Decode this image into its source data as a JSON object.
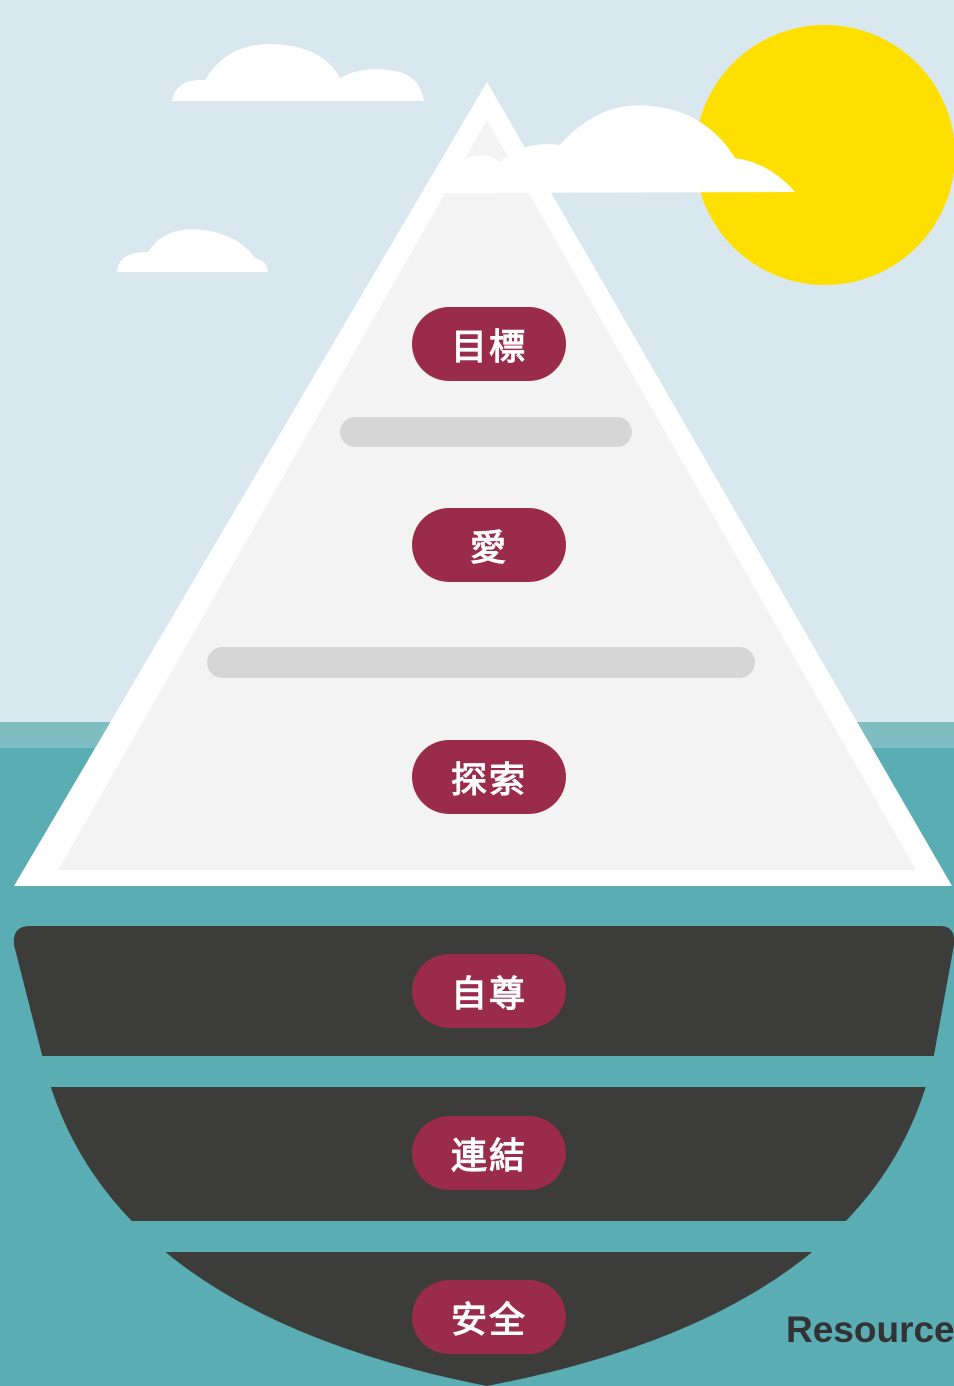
{
  "layers": [
    {
      "id": "goals",
      "label": "目標"
    },
    {
      "id": "love",
      "label": "愛"
    },
    {
      "id": "exploration",
      "label": "探索"
    },
    {
      "id": "self_esteem",
      "label": "自尊"
    },
    {
      "id": "connection",
      "label": "連結"
    },
    {
      "id": "safety",
      "label": "安全"
    }
  ],
  "credit": "Resources",
  "colors": {
    "sky": "#d9e8ee",
    "sea": "#59adb3",
    "sea_horizon": "#7ebdc1",
    "iceberg": "#f3f3f3",
    "iceberg_outline": "#ffffff",
    "divider": "#d6d6d6",
    "underwater": "#3c3c3b",
    "label_pill": "#9a2b4b",
    "sun": "#ffdf00",
    "cloud": "#ffffff"
  }
}
